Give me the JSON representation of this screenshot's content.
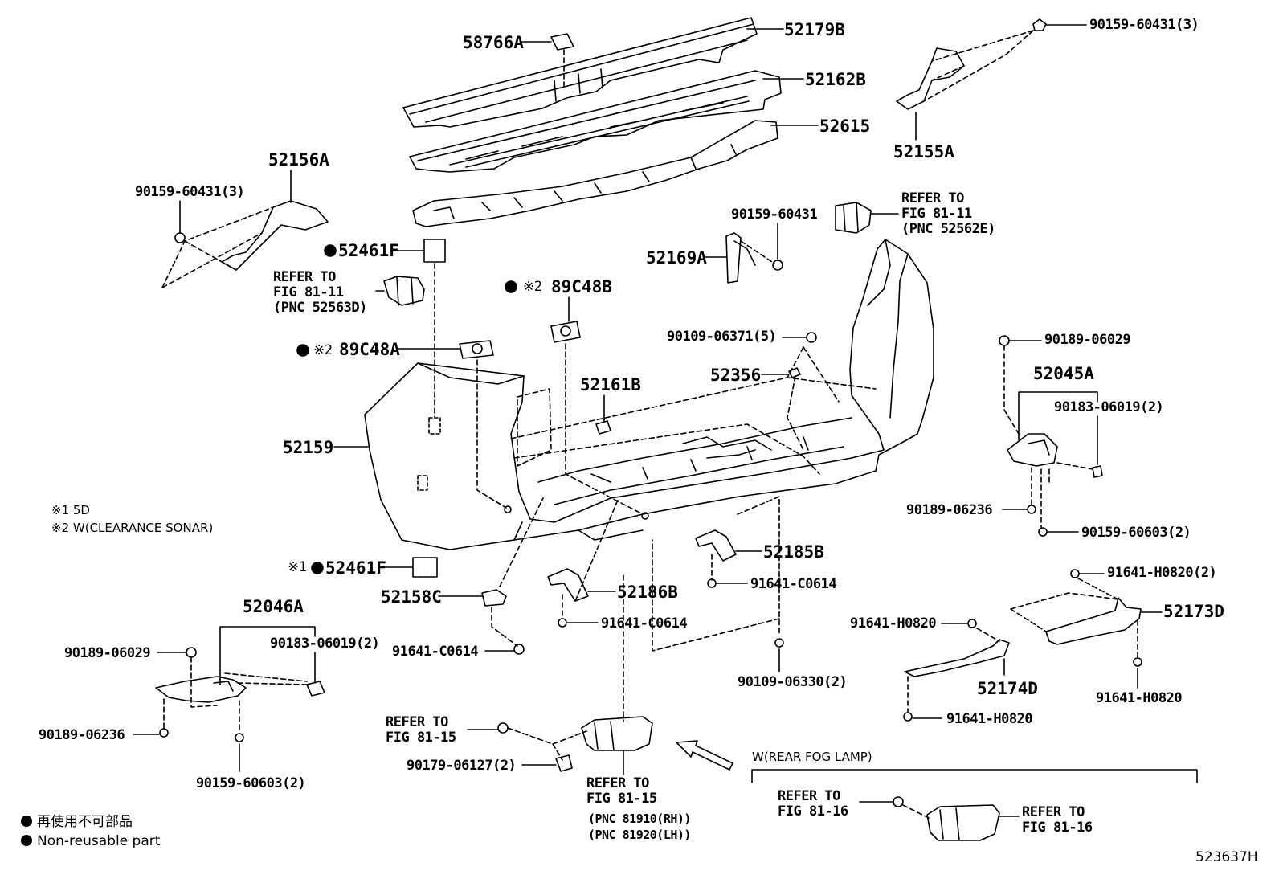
{
  "parts": {
    "p58766A": "58766A",
    "p52179B": "52179B",
    "p52162B": "52162B",
    "p52615": "52615",
    "p52155A": "52155A",
    "p52156A": "52156A",
    "p52169A": "52169A",
    "p52461F_top": "52461F",
    "p52461F_bottom": "52461F",
    "p89C48B": "89C48B",
    "p89C48A": "89C48A",
    "p52356": "52356",
    "p52161B": "52161B",
    "p52159": "52159",
    "p52045A": "52045A",
    "p52185B": "52185B",
    "p52186B": "52186B",
    "p52158C": "52158C",
    "p52046A": "52046A",
    "p52173D": "52173D",
    "p52174D": "52174D"
  },
  "fasteners": {
    "f90159_60431_3_tr": "90159-60431(3)",
    "f90159_60431_3_l": "90159-60431(3)",
    "f90159_60431": "90159-60431",
    "f90109_06371_5": "90109-06371(5)",
    "f90189_06029_r": "90189-06029",
    "f90183_06019_2_r": "90183-06019(2)",
    "f90189_06236_r": "90189-06236",
    "f90159_60603_2_r": "90159-60603(2)",
    "f91641_H0820_2": "91641-H0820(2)",
    "f91641_C0614_a": "91641-C0614",
    "f91641_C0614_b": "91641-C0614",
    "f91641_C0614_c": "91641-C0614",
    "f91641_H0820_a": "91641-H0820",
    "f91641_H0820_b": "91641-H0820",
    "f91641_H0820_c": "91641-H0820",
    "f90109_06330_2": "90109-06330(2)",
    "f90189_06029_l": "90189-06029",
    "f90183_06019_2_l": "90183-06019(2)",
    "f90189_06236_l": "90189-06236",
    "f90159_60603_2_l": "90159-60603(2)",
    "f90179_06127_2": "90179-06127(2)"
  },
  "refs": {
    "ref_81_11_e": "REFER TO\nFIG 81-11\n(PNC 52562E)",
    "ref_81_11_d": "REFER TO\nFIG 81-11\n(PNC 52563D)",
    "ref_81_15_a": "REFER TO\nFIG 81-15",
    "ref_81_15_b": "REFER TO\nFIG 81-15",
    "ref_pnc_rh": "(PNC 81910(RH))",
    "ref_pnc_lh": "(PNC 81920(LH))",
    "ref_81_16_a": "REFER TO\nFIG 81-16",
    "ref_81_16_b": "REFER TO\nFIG 81-16"
  },
  "markers": {
    "m1": "※1",
    "m2": "※2"
  },
  "notes": {
    "n1": "※1 5D",
    "n2": "※2 W(CLEARANCE SONAR)",
    "rear_fog": "W(REAR FOG LAMP)"
  },
  "legend": {
    "jp": "再使用不可部品",
    "en": "Non-reusable part"
  },
  "figure_id": "523637H"
}
